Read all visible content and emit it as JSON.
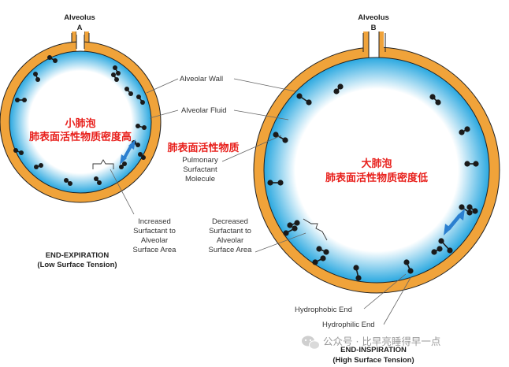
{
  "colors": {
    "wall": "#f0a33a",
    "wall_stroke": "#222222",
    "fluid_edge": "#2aa8e0",
    "fluid_center": "#ffffff",
    "arrow": "#2b7fd0",
    "chinese_text": "#e8201c",
    "leader_line": "#666666"
  },
  "alveolus_a": {
    "title": "Alveolus",
    "letter": "A",
    "cn_line1": "小肺泡",
    "cn_line2": "肺表面活性物质密度高",
    "state_line1": "END-EXPIRATION",
    "state_line2": "(Low Surface Tension)",
    "note_lines": [
      "Increased",
      "Surfactant to",
      "Alveolar",
      "Surface Area"
    ]
  },
  "alveolus_b": {
    "title": "Alveolus",
    "letter": "B",
    "cn_line1": "大肺泡",
    "cn_line2": "肺表面活性物质密度低",
    "state_line1": "END-INSPIRATION",
    "state_line2": "(High Surface Tension)",
    "note_lines": [
      "Decreased",
      "Surfactant to",
      "Alveolar",
      "Surface Area"
    ]
  },
  "labels": {
    "alveolar_wall": "Alveolar Wall",
    "alveolar_fluid": "Alveolar Fluid",
    "surfactant_cn": "肺表面活性物质",
    "molecule_lines": [
      "Pulmonary",
      "Surfactant",
      "Molecule"
    ],
    "hydrophobic_end": "Hydrophobic End",
    "hydrophilic_end": "Hydrophilic End"
  },
  "watermark": {
    "text": "公众号 · 比早亮睡得早一点",
    "icon": "wechat-icon"
  }
}
